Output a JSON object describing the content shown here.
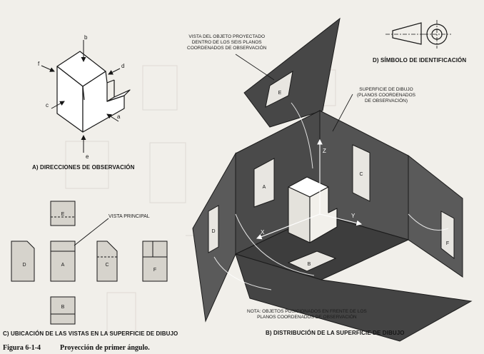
{
  "part_a": {
    "caption": "A) DIRECCIONES DE OBSERVACIÓN",
    "arrows": [
      "a",
      "b",
      "c",
      "d",
      "e",
      "f"
    ]
  },
  "part_b": {
    "caption": "B) DISTRIBUCIÓN DE LA SUPERFICIE DE DIBUJO",
    "callout_object": [
      "VISTA DEL OBJETO PROYECTADO",
      "DENTRO DE LOS SEIS PLANOS",
      "COORDENADOS DE OBSERVACIÓN"
    ],
    "callout_surface": [
      "SUPERFICIE DE DIBUJO",
      "(PLANOS COORDENADOS",
      "DE OBSERVACIÓN)"
    ],
    "note": [
      "NOTA: OBJETOS POSICIONADOS EN FRENTE DE LOS",
      "PLANOS COORDENADOS DE OBSERVACIÓN"
    ],
    "axes": [
      "X",
      "Y",
      "Z"
    ],
    "view_letters": [
      "A",
      "B",
      "C",
      "D",
      "E",
      "F"
    ]
  },
  "part_c": {
    "caption": "C) UBICACIÓN DE LAS VISTAS EN LA SUPERFICIE DE DIBUJO",
    "main_view_label": "VISTA PRINCIPAL",
    "view_letters": [
      "A",
      "B",
      "C",
      "D",
      "E",
      "F"
    ]
  },
  "part_d": {
    "caption": "D) SÍMBOLO DE IDENTIFICACIÓN"
  },
  "figure": {
    "number": "Figura 6-1-4",
    "title": "Proyección de primer ángulo."
  },
  "colors": {
    "paper": "#f1efea",
    "plane": "#3f3f3f",
    "plane_light": "#5a5a5a",
    "ink": "#161616",
    "object_fill": "#e8e6e1",
    "view_fill": "#d6d3cc"
  }
}
